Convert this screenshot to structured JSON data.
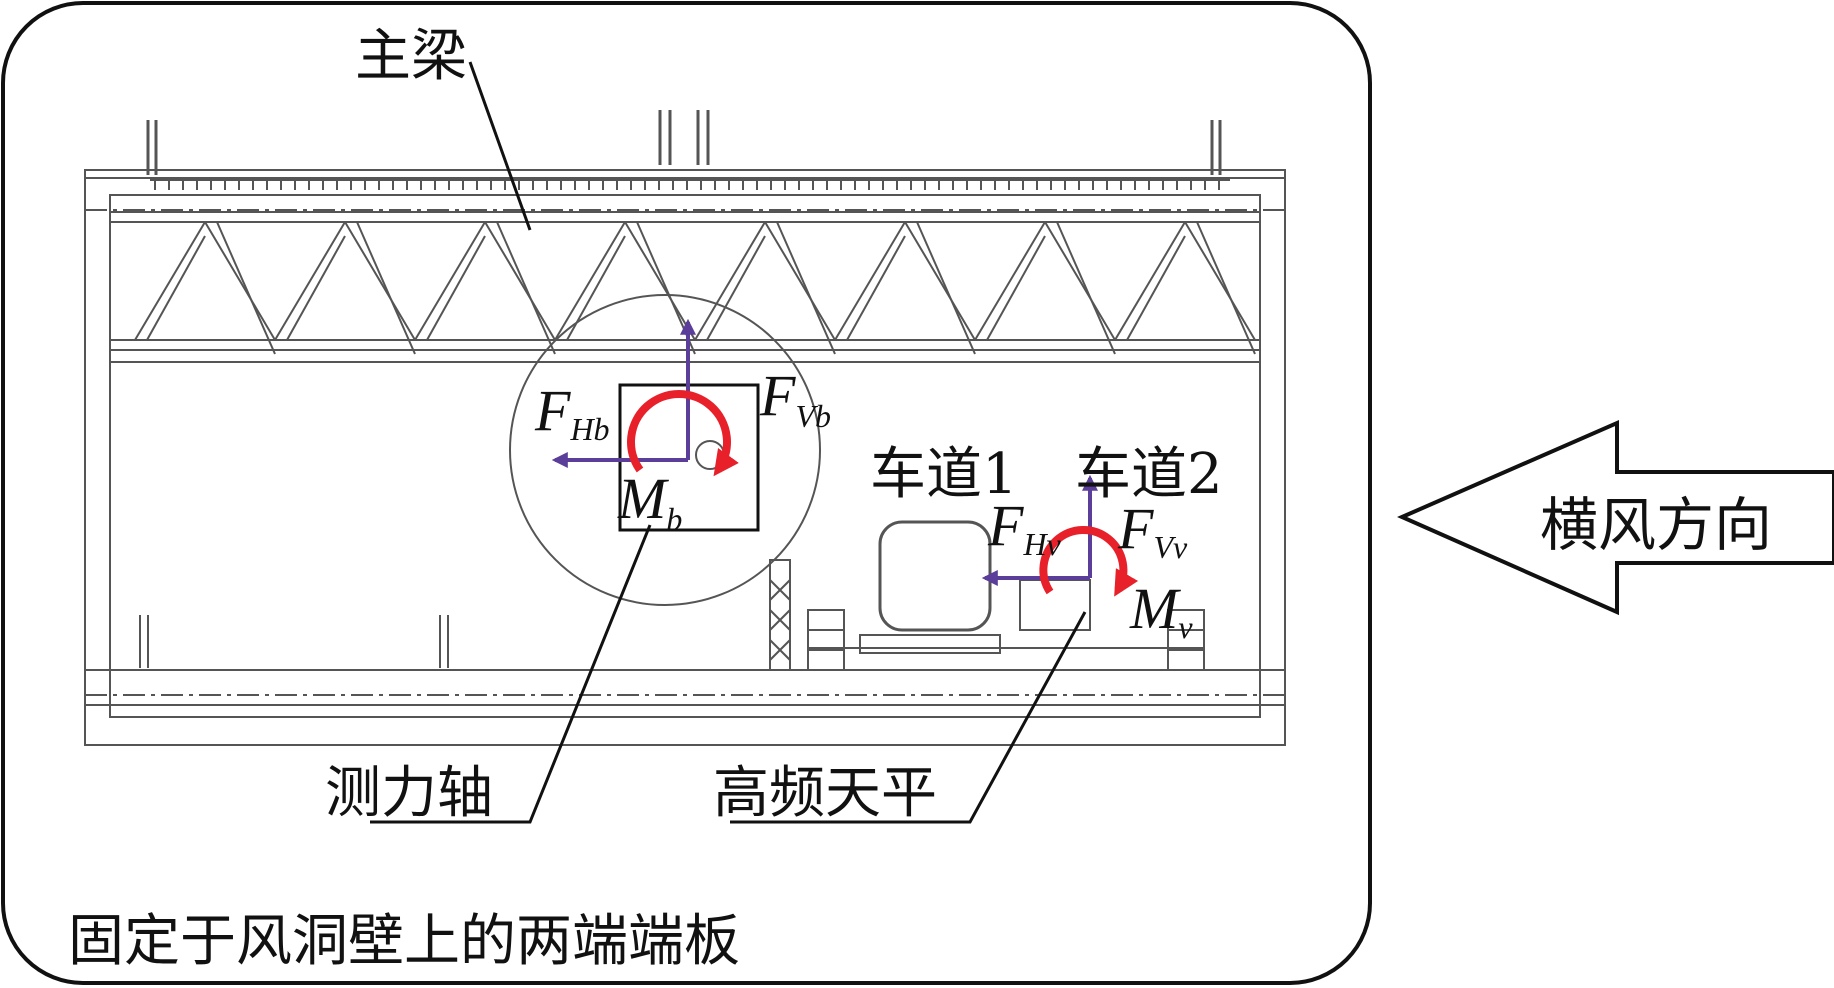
{
  "labels": {
    "main_beam": "主梁",
    "force_shaft": "测力轴",
    "hf_balance": "高频天平",
    "lane1": "车道1",
    "lane2": "车道2",
    "wind_direction": "横风方向",
    "end_plates": "固定于风洞壁上的两端端板"
  },
  "symbols": {
    "f_hb": {
      "main": "F",
      "sub": "Hb"
    },
    "f_vb": {
      "main": "F",
      "sub": "Vb"
    },
    "m_b": {
      "main": "M",
      "sub": "b"
    },
    "f_hv": {
      "main": "F",
      "sub": "Hv"
    },
    "f_vv": {
      "main": "F",
      "sub": "Vv"
    },
    "m_v": {
      "main": "M",
      "sub": "v"
    }
  },
  "colors": {
    "line": "#111111",
    "drawing": "#555555",
    "force_arrow": "#5b3d9a",
    "moment_arc": "#e8202a"
  }
}
